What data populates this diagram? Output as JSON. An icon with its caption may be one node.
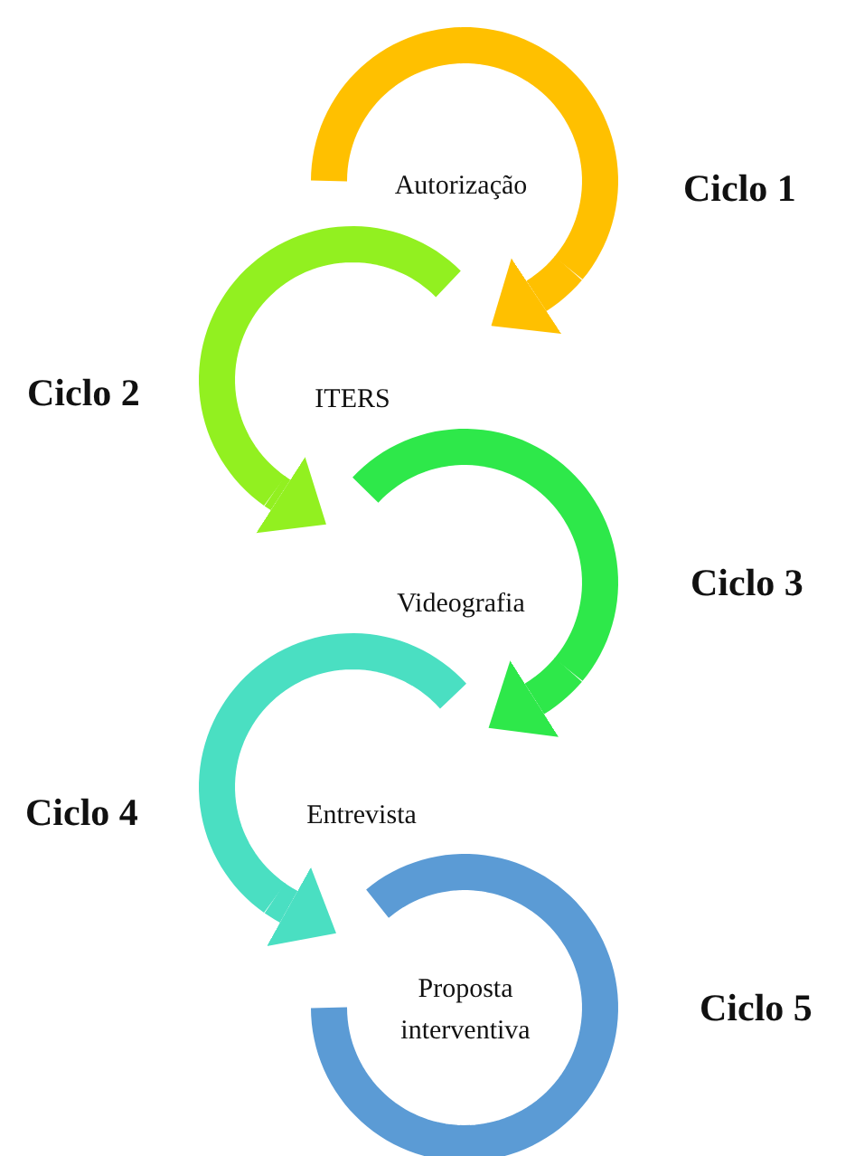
{
  "diagram": {
    "nodes": [
      {
        "text": [
          "Autorização"
        ],
        "beside": [
          "Ciclo 1"
        ]
      },
      {
        "text": [
          "ITERS"
        ],
        "beside": [
          "Ciclo 2"
        ]
      },
      {
        "text": [
          "Videografia"
        ],
        "beside": [
          "Ciclo 3"
        ]
      },
      {
        "text": [
          "Entrevista"
        ],
        "beside": [
          "Ciclo 4"
        ]
      },
      {
        "text": [
          "Proposta interventiva"
        ],
        "beside": [
          "Ciclo 5"
        ]
      }
    ],
    "edges": [
      {
        "from": 0,
        "to": 1,
        "arrow": "to",
        "color": "#ffc000"
      },
      {
        "from": 1,
        "to": 2,
        "arrow": "to",
        "color": "#92f020"
      },
      {
        "from": 2,
        "to": 3,
        "arrow": "to",
        "color": "#2ee84a"
      },
      {
        "from": 3,
        "to": 4,
        "arrow": "to",
        "color": "#4adfc2"
      }
    ]
  }
}
